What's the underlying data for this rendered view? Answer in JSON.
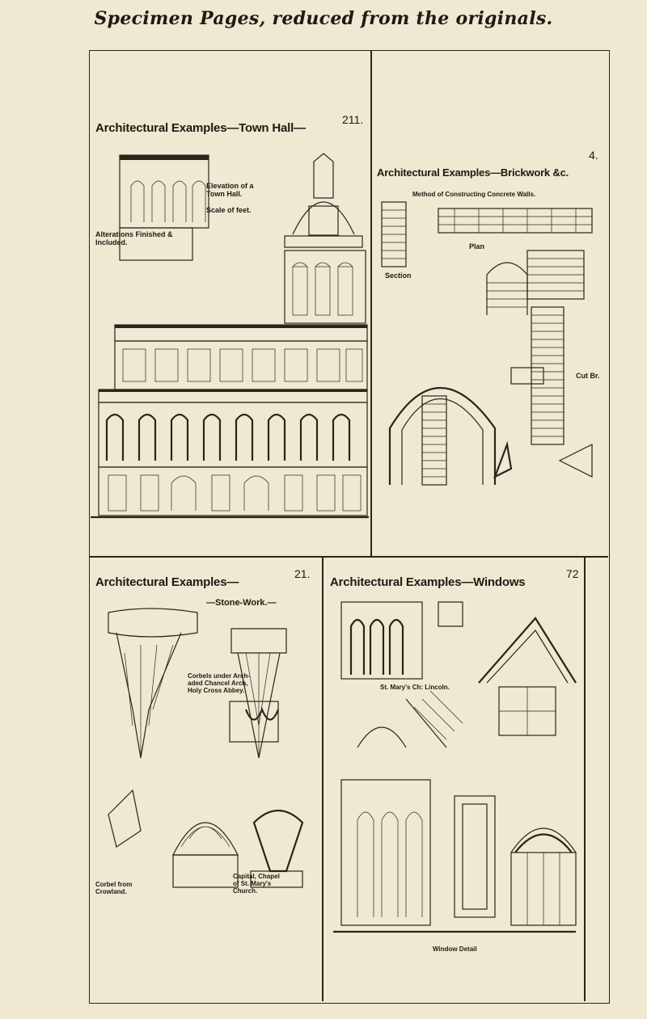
{
  "page": {
    "heading": "Specimen Pages, reduced from the originals."
  },
  "panels": {
    "town_hall": {
      "title": "Architectural Examples—Town Hall—",
      "number": "211.",
      "caption_elevation": "Elevation of a Town Hall.",
      "caption_scale": "Scale of feet.",
      "caption_alterations": "Alterations Finished & Included."
    },
    "brickwork": {
      "title": "Architectural Examples—Brickwork &c.",
      "number": "4.",
      "caption_method": "Method of Constructing Concrete Walls.",
      "caption_section": "Section",
      "caption_plan": "Plan",
      "caption_cut": "Cut Br."
    },
    "stone_work": {
      "title": "Architectural Examples—",
      "number": "21.",
      "subtitle": "—Stone-Work.—",
      "caption_corbels": "Corbels under Arch-aded Chancel Arch, Holy Cross Abbey.",
      "caption_capital": "Capital, Chapel of St. Mary's Church.",
      "caption_bottom": "Corbel from Crowland."
    },
    "windows": {
      "title": "Architectural Examples—Windows",
      "number": "72",
      "caption_church": "St. Mary's Ch: Lincoln.",
      "caption_window": "Window Detail"
    }
  }
}
